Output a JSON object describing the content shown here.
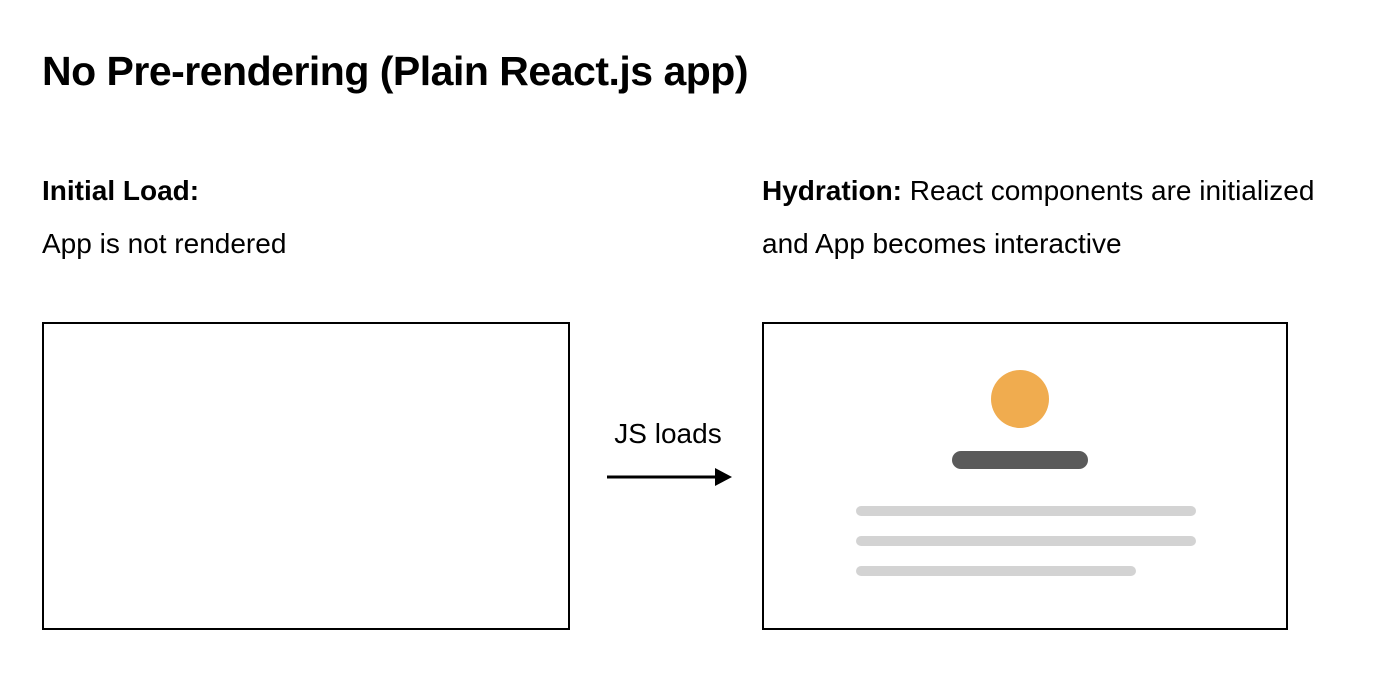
{
  "title": "No Pre-rendering (Plain React.js app)",
  "left": {
    "heading": "Initial Load:",
    "description": "App is not rendered"
  },
  "arrow": {
    "label": "JS loads"
  },
  "right": {
    "heading": "Hydration:",
    "description": "React components are initialized and App becomes interactive",
    "skeleton_shapes": [
      "avatar-circle",
      "title-bar",
      "text-line",
      "text-line",
      "text-line-short"
    ]
  },
  "colors": {
    "accent_orange": "#F0AC4F",
    "dark_bar": "#5A5A5A",
    "light_bar": "#D3D3D3",
    "border": "#000000"
  }
}
